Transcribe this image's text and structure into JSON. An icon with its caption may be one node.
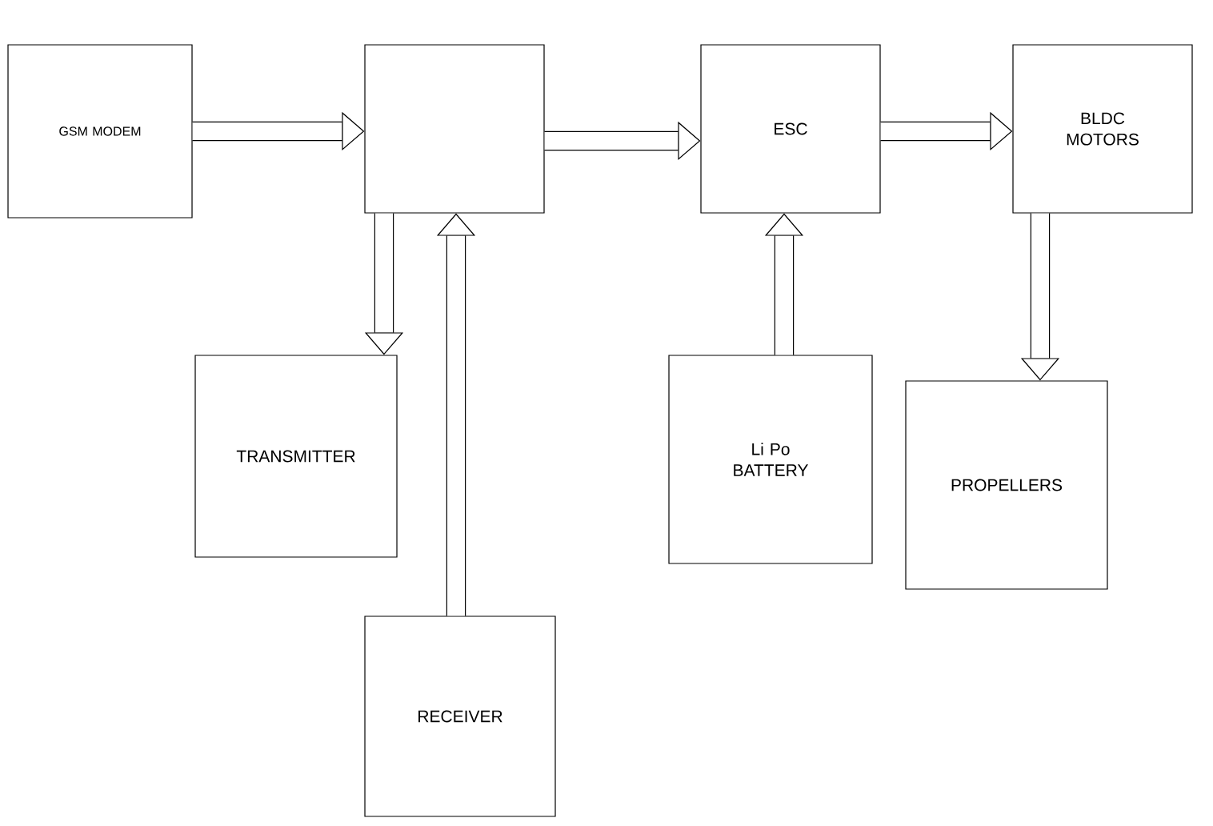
{
  "diagram": {
    "nodes": [
      {
        "text": [
          "GSM MODEM"
        ]
      },
      {
        "text": [],
        "shape": "box"
      },
      {
        "text": [
          "ESC"
        ]
      },
      {
        "text": [
          "BLDC MOTORS"
        ]
      },
      {
        "text": [
          "TRANSMITTER"
        ]
      },
      {
        "text": [
          "Li Po BATTERY"
        ]
      },
      {
        "text": [
          "PROPELLERS"
        ]
      },
      {
        "text": [
          "RECEIVER"
        ]
      }
    ],
    "edges": [
      {
        "from": 0,
        "to": 1,
        "arrow": "to"
      },
      {
        "from": 1,
        "to": 2,
        "arrow": "to"
      },
      {
        "from": 2,
        "to": 3,
        "arrow": "to"
      },
      {
        "from": 1,
        "to": 4,
        "arrow": "to"
      },
      {
        "from": 7,
        "to": 1,
        "arrow": "to"
      },
      {
        "from": 5,
        "to": 2,
        "arrow": "to"
      },
      {
        "from": 3,
        "to": 6,
        "arrow": "to"
      }
    ]
  }
}
